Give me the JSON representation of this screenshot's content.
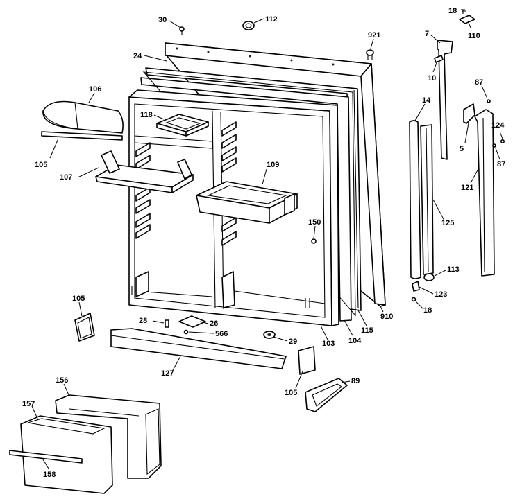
{
  "diagram": {
    "callouts": [
      "30",
      "112",
      "18",
      "110",
      "7",
      "921",
      "24",
      "10",
      "106",
      "118",
      "14",
      "87",
      "5",
      "124",
      "87",
      "105",
      "107",
      "109",
      "121",
      "150",
      "125",
      "113",
      "123",
      "18",
      "105",
      "28",
      "26",
      "566",
      "29",
      "103",
      "104",
      "115",
      "910",
      "127",
      "105",
      "89",
      "156",
      "157",
      "158"
    ]
  }
}
